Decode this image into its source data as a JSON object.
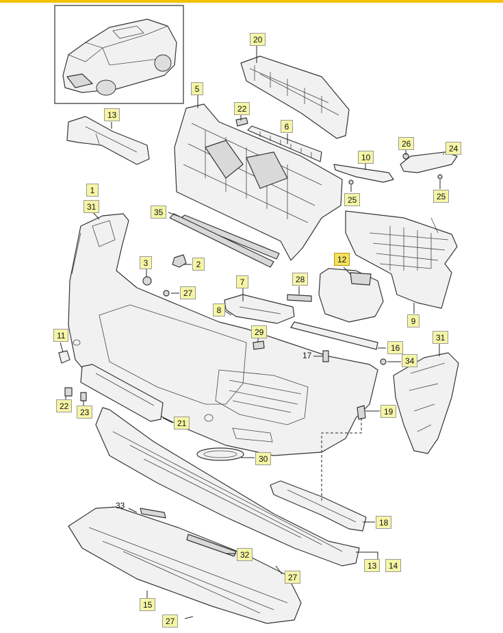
{
  "colors": {
    "callout_fill": "#f5f5a6",
    "callout_highlight": "#f3e060",
    "top_bar": "#f2c200"
  },
  "callouts": [
    {
      "id": "20",
      "text": "20"
    },
    {
      "id": "5",
      "text": "5"
    },
    {
      "id": "22a",
      "text": "22"
    },
    {
      "id": "6",
      "text": "6"
    },
    {
      "id": "13a",
      "text": "13"
    },
    {
      "id": "26",
      "text": "26"
    },
    {
      "id": "24",
      "text": "24"
    },
    {
      "id": "10",
      "text": "10"
    },
    {
      "id": "25a",
      "text": "25"
    },
    {
      "id": "25b",
      "text": "25"
    },
    {
      "id": "1",
      "text": "1"
    },
    {
      "id": "31a",
      "text": "31"
    },
    {
      "id": "35",
      "text": "35"
    },
    {
      "id": "3",
      "text": "3"
    },
    {
      "id": "2",
      "text": "2"
    },
    {
      "id": "12",
      "text": "12"
    },
    {
      "id": "27a",
      "text": "27"
    },
    {
      "id": "7",
      "text": "7"
    },
    {
      "id": "28",
      "text": "28"
    },
    {
      "id": "8",
      "text": "8"
    },
    {
      "id": "9",
      "text": "9"
    },
    {
      "id": "11",
      "text": "11"
    },
    {
      "id": "29",
      "text": "29"
    },
    {
      "id": "16",
      "text": "16"
    },
    {
      "id": "31b",
      "text": "31"
    },
    {
      "id": "17",
      "text": "17"
    },
    {
      "id": "34",
      "text": "34"
    },
    {
      "id": "22b",
      "text": "22"
    },
    {
      "id": "23",
      "text": "23"
    },
    {
      "id": "19",
      "text": "19"
    },
    {
      "id": "21",
      "text": "21"
    },
    {
      "id": "30",
      "text": "30"
    },
    {
      "id": "18",
      "text": "18"
    },
    {
      "id": "33",
      "text": "33"
    },
    {
      "id": "32",
      "text": "32"
    },
    {
      "id": "13b",
      "text": "13"
    },
    {
      "id": "14",
      "text": "14"
    },
    {
      "id": "27b",
      "text": "27"
    },
    {
      "id": "15",
      "text": "15"
    },
    {
      "id": "27c",
      "text": "27"
    }
  ]
}
